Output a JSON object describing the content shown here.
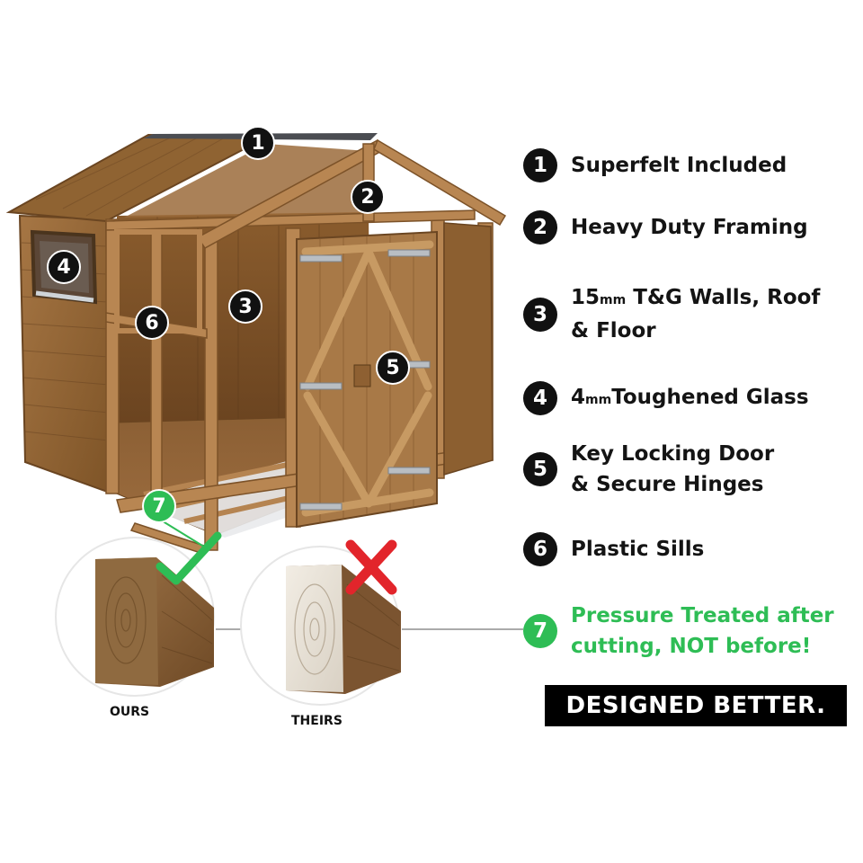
{
  "features": [
    {
      "number": "1",
      "line1": "Superfelt Included"
    },
    {
      "number": "2",
      "line1": "Heavy Duty Framing"
    },
    {
      "number": "3",
      "line1_big": "15",
      "line1_small": "mm",
      "line1_rest": " T&G Walls, Roof",
      "line2": "& Floor"
    },
    {
      "number": "4",
      "line1_big": "4",
      "line1_small": "mm",
      "line1_rest": "Toughened Glass"
    },
    {
      "number": "5",
      "line1": "Key Locking Door",
      "line2": "& Secure Hinges"
    },
    {
      "number": "6",
      "line1": "Plastic Sills"
    },
    {
      "number": "7",
      "line1": "Pressure Treated after",
      "line2": "cutting, NOT before!"
    }
  ],
  "markers": {
    "m1": "1",
    "m2": "2",
    "m3": "3",
    "m4": "4",
    "m5": "5",
    "m6": "6",
    "m7": "7"
  },
  "comparison": {
    "ours_label": "OURS",
    "theirs_label": "THEIRS"
  },
  "tagline": "DESIGNED BETTER.",
  "colors": {
    "accent_green": "#2ebd55",
    "badge_black": "#111111",
    "wood": "#9a6a3a",
    "cross_red": "#e2252b"
  }
}
